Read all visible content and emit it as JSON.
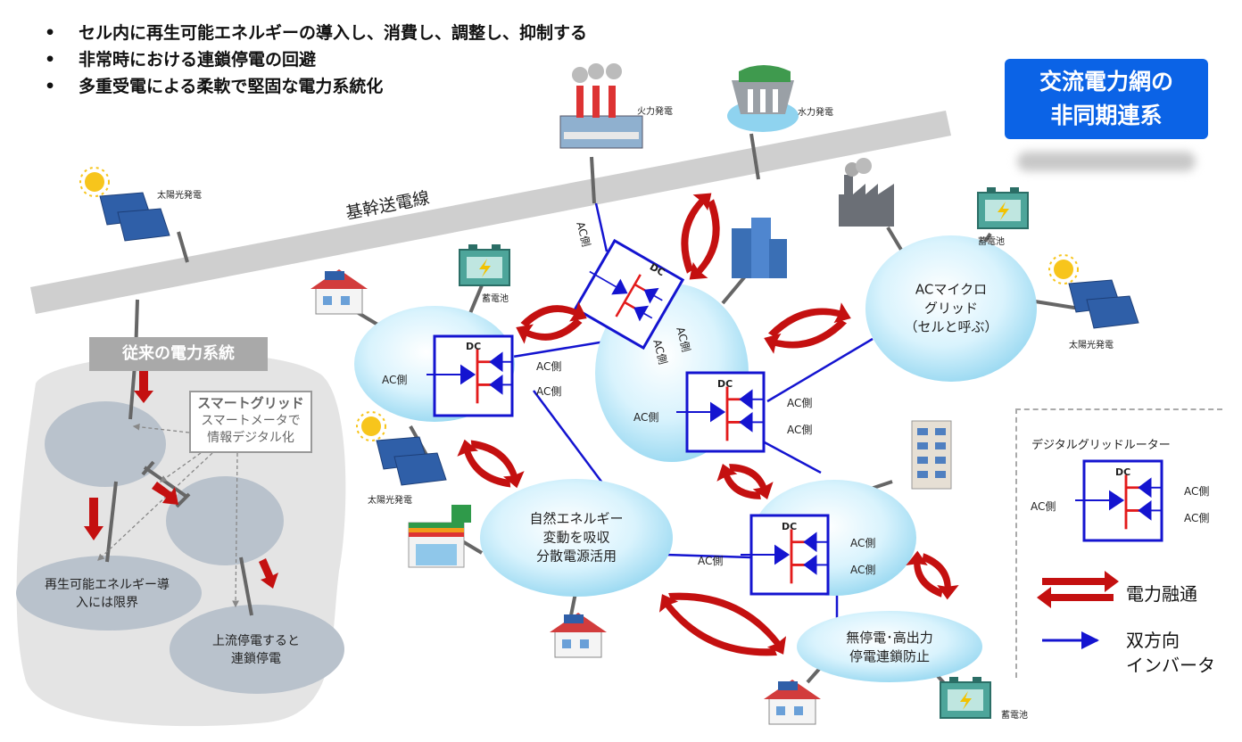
{
  "bullets": [
    "セル内に再生可能エネルギーの導入し、消費し、調整し、抑制する",
    "非常時における連鎖停電の回避",
    "多重受電による柔軟で堅固な電力系統化"
  ],
  "badge": {
    "line1": "交流電力網の",
    "line2": "非同期連系"
  },
  "backbone_label": "基幹送電線",
  "plants": {
    "thermal": "火力発電",
    "hydro": "水力発電",
    "solar": "太陽光発電",
    "battery": "蓄電池"
  },
  "legacy": {
    "title": "従来の電力系統",
    "smart_title": "スマートグリッド",
    "smart_line1": "スマートメータで",
    "smart_line2": "情報デジタル化",
    "renew_line1": "再生可能エネルギー導",
    "renew_line2": "入には限界",
    "cascade_line1": "上流停電すると",
    "cascade_line2": "連鎖停電"
  },
  "cells": {
    "micro_line1": "ACマイクロ",
    "micro_line2": "グリッド",
    "micro_line3": "（セルと呼ぶ）",
    "natural_line1": "自然エネルギー",
    "natural_line2": "変動を吸収",
    "natural_line3": "分散電源活用",
    "nonstop_line1": "無停電･高出力",
    "nonstop_line2": "停電連鎖防止"
  },
  "router": {
    "dc": "DC",
    "ac": "AC側"
  },
  "legend": {
    "router_title": "デジタルグリッドルーター",
    "power_flow": "電力融通",
    "inverter_line1": "双方向",
    "inverter_line2": "インバータ"
  },
  "colors": {
    "cell": "#cdeefb",
    "router": "#1414d0",
    "flow": "#c41010",
    "badge": "#0b63e6",
    "legacy_bg": "#e4e4e4"
  }
}
